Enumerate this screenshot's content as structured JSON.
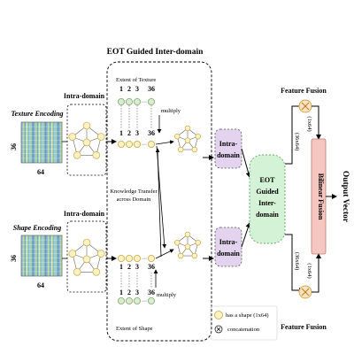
{
  "title": "EOT Guided Inter-domain",
  "texture_branch": {
    "encoding_label": "Texture Encoding",
    "rows": "36",
    "cols": "64",
    "intra_label": "Intra-domain"
  },
  "shape_branch": {
    "encoding_label": "Shape Encoding",
    "rows": "36",
    "cols": "64",
    "intra_label": "Intra-domain"
  },
  "extent_texture": "Extent of Texture",
  "extent_shape": "Extent of Shape",
  "multiply": "multiply",
  "knowledge_transfer": [
    "Knowledge Transfer",
    "across Domain"
  ],
  "node_indices": [
    "1",
    "2",
    "3",
    "36"
  ],
  "inner_intra": [
    "Intra-",
    "domain"
  ],
  "eot_box": [
    "EOT",
    "Guided",
    "Inter-",
    "domain"
  ],
  "feature_fusion": "Feature Fusion",
  "dims": {
    "top_fused": "(1x64)",
    "top_in": "(36x64)",
    "bottom_in": "(36x64)",
    "bottom_fused": "(1x64)"
  },
  "bilinear_fusion": "Bilinear Fusion",
  "output_vector": "Output Vector",
  "legend": {
    "node": "has a shape (1x64)",
    "concat": "concatenation"
  },
  "colors": {
    "node_fill": "#fdf2c4",
    "node_stroke": "#c9a948",
    "green_node": "#d9ecd0",
    "green_stroke": "#7fa96e",
    "intra_fill": "#e3d3ef",
    "eot_fill": "#d4f2d6",
    "bilinear_fill": "#f6c6c0",
    "fusion_fill": "#fde3bd"
  }
}
